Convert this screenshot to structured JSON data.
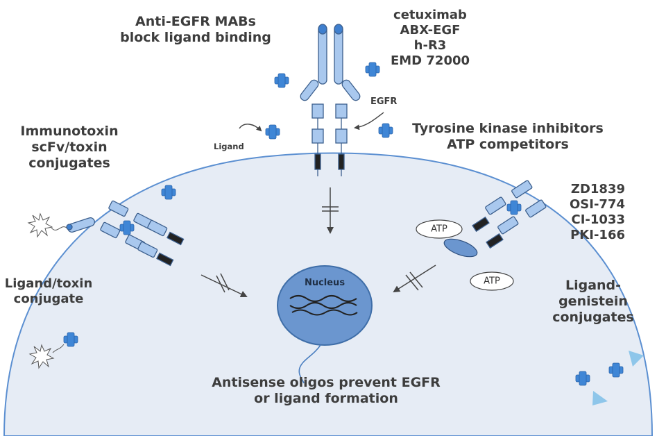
{
  "labels": {
    "anti_egfr": [
      "Anti-EGFR MABs",
      "block ligand binding"
    ],
    "antibody_drugs": [
      "cetuximab",
      "ABX-EGF",
      "h-R3",
      "EMD 72000"
    ],
    "egfr": "EGFR",
    "ligand": "Ligand",
    "tki": [
      "Tyrosine kinase inhibitors",
      "ATP competitors"
    ],
    "tki_drugs": [
      "ZD1839",
      "OSI-774",
      "CI-1033",
      "PKI-166"
    ],
    "immunotoxin": [
      "Immunotoxin",
      "scFv/toxin",
      "conjugates"
    ],
    "ligand_toxin": [
      "Ligand/toxin",
      "conjugate"
    ],
    "ligand_genistein": [
      "Ligand-",
      "genistein",
      "conjugates"
    ],
    "nucleus": "Nucleus",
    "antisense": [
      "Antisense oligos prevent EGFR",
      "or ligand formation"
    ],
    "atp": "ATP"
  },
  "colors": {
    "cell_fill": "#e6ecf5",
    "membrane": "#5b8fd1",
    "nucleus_fill": "#6b96cf",
    "receptor_fill": "#a9c8ee",
    "ligand": "#3f86d6",
    "text": "#3d3d3d"
  }
}
